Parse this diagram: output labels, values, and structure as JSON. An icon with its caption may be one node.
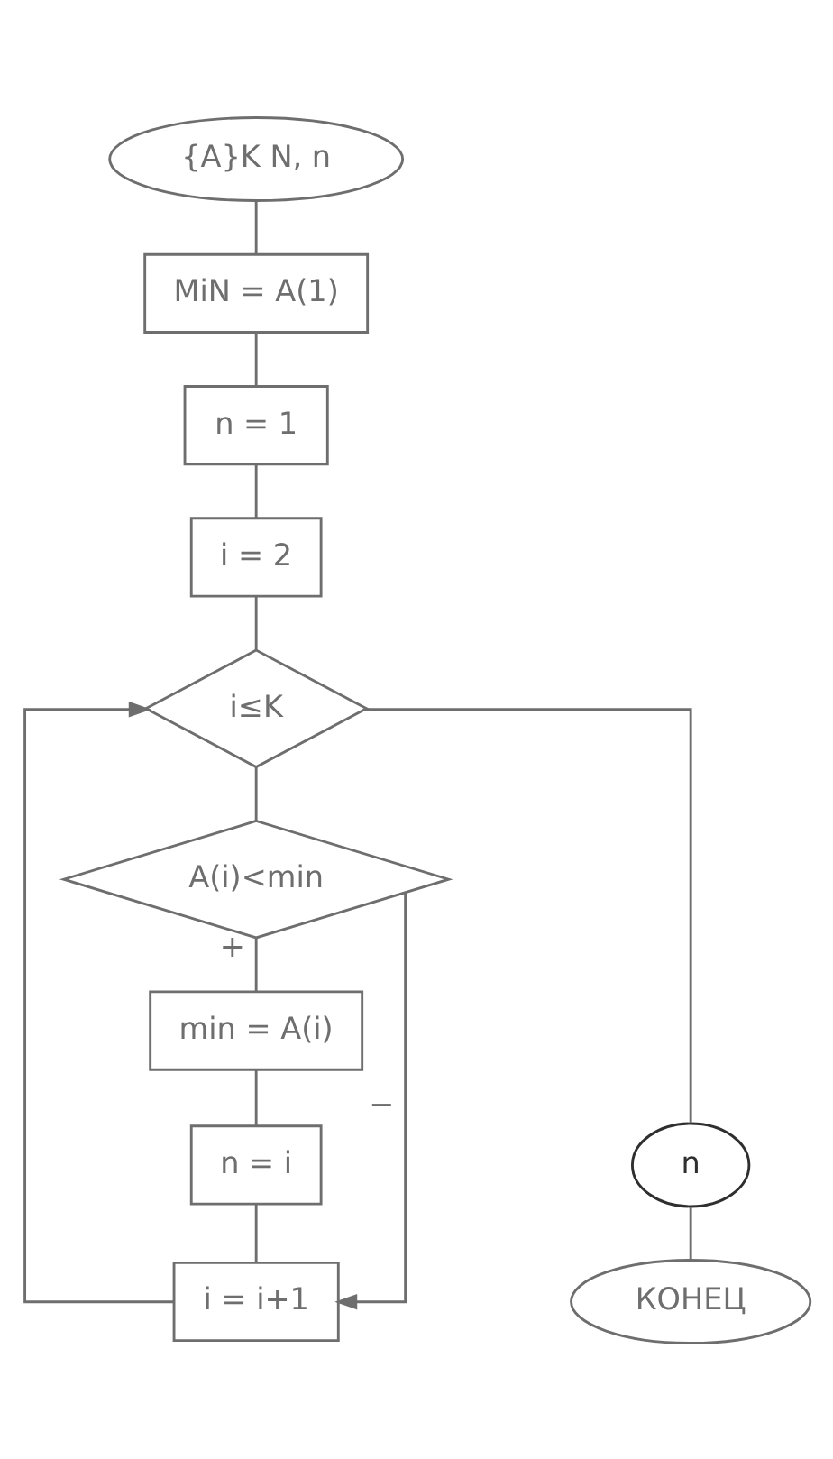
{
  "diagram": {
    "nodes": [
      {
        "text": [
          "{A}K N, n"
        ]
      },
      {
        "text": [
          "MiN = A(1)"
        ]
      },
      {
        "text": [
          "n = 1"
        ]
      },
      {
        "text": [
          "i = 2"
        ]
      },
      {
        "text": [
          "i≤K"
        ]
      },
      {
        "text": [
          "A(i)<min"
        ]
      },
      {
        "text": [
          "min = A(i)"
        ]
      },
      {
        "text": [
          "n = i"
        ]
      },
      {
        "text": [
          "i = i+1"
        ]
      },
      {
        "text": [
          "n"
        ]
      },
      {
        "text": [
          "КОНЕЦ"
        ]
      }
    ],
    "edges": [
      {
        "from": 0,
        "to": 1,
        "arrow": "none"
      },
      {
        "from": 1,
        "to": 2,
        "arrow": "none"
      },
      {
        "from": 2,
        "to": 3,
        "arrow": "none"
      },
      {
        "from": 3,
        "to": 4,
        "arrow": "none"
      },
      {
        "from": 4,
        "to": 5,
        "arrow": "none"
      },
      {
        "from": 5,
        "to": 6,
        "label": "+",
        "arrow": "none"
      },
      {
        "from": 6,
        "to": 7,
        "arrow": "none"
      },
      {
        "from": 7,
        "to": 8,
        "arrow": "none"
      },
      {
        "from": 5,
        "to": 8,
        "label": "−",
        "arrow": "to"
      },
      {
        "from": 8,
        "to": 4,
        "arrow": "to"
      },
      {
        "from": 4,
        "to": 9,
        "arrow": "none"
      },
      {
        "from": 9,
        "to": 10,
        "arrow": "none"
      }
    ]
  }
}
